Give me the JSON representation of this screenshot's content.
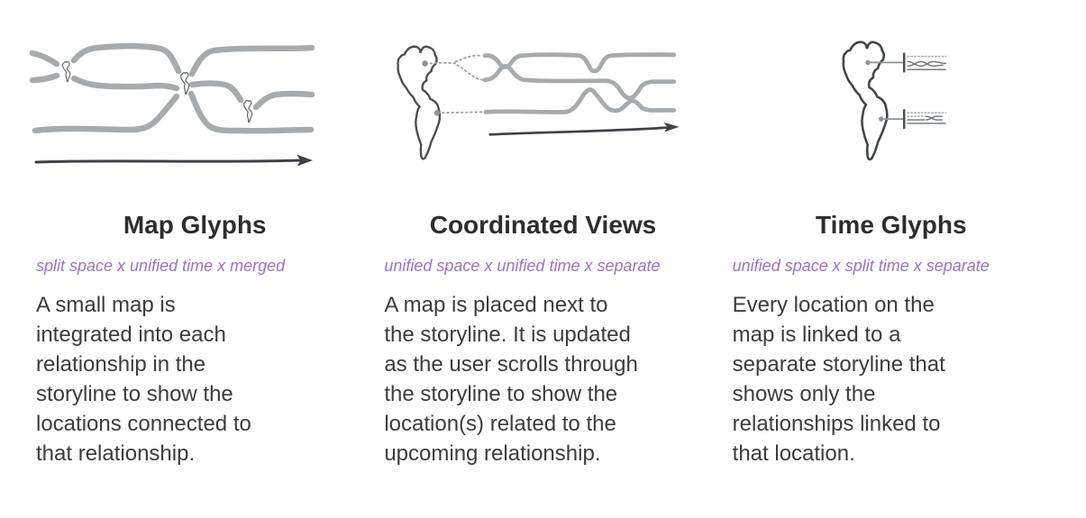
{
  "page": {
    "background": "#ffffff"
  },
  "palette": {
    "title_color": "#2d2d2d",
    "subtitle_color": "#9b72c6",
    "body_color": "#3c3c3c",
    "storyline_gray": "#a7abae",
    "sketch_dark": "#3e4247",
    "map_outline": "#45494e",
    "location_dot_gray": "#8e9397"
  },
  "columns": [
    {
      "sketch_icon": "storyline-with-map-glyphs-sketch",
      "title": "Map Glyphs",
      "subtitle": "split space x unified time x merged",
      "description_lines": [
        "A small map is",
        "integrated into each",
        "relationship in the",
        "storyline to show the",
        "locations connected to",
        "that relationship."
      ]
    },
    {
      "sketch_icon": "map-beside-storyline-sketch",
      "title": "Coordinated Views",
      "subtitle": "unified space x unified time x separate",
      "description_lines": [
        "A map is placed next to",
        "the storyline. It is updated",
        "as the user scrolls through",
        "the storyline to show the",
        "location(s) related to the",
        "upcoming relationship."
      ]
    },
    {
      "sketch_icon": "map-with-time-glyphs-sketch",
      "title": "Time Glyphs",
      "subtitle": "unified space x split time x separate",
      "description_lines": [
        "Every location on the",
        "map is linked to a",
        "separate storyline that",
        "shows only the",
        "relationships linked to",
        "that location."
      ]
    }
  ]
}
